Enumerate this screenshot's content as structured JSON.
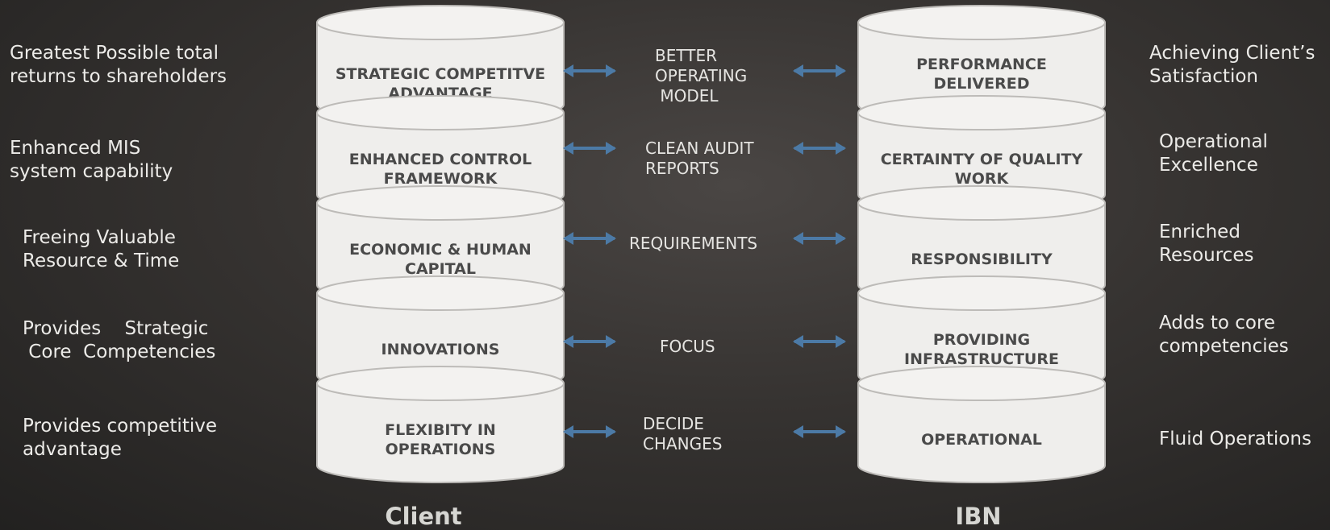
{
  "left_notes": [
    "Greatest Possible total\nreturns to shareholders",
    "Enhanced MIS\nsystem capability",
    "Freeing Valuable\nResource & Time",
    "Provides    Strategic\n Core  Competencies",
    "Provides competitive\nadvantage"
  ],
  "client_layers": [
    "STRATEGIC COMPETITVE\nADVANTAGE",
    "ENHANCED CONTROL\nFRAMEWORK",
    "ECONOMIC & HUMAN\nCAPITAL",
    "INNOVATIONS",
    "FLEXIBITY IN\nOPERATIONS"
  ],
  "middle_links": [
    "BETTER\nOPERATING\n MODEL",
    "CLEAN AUDIT\nREPORTS",
    "REQUIREMENTS",
    "FOCUS",
    "DECIDE\nCHANGES"
  ],
  "ibn_layers": [
    "PERFORMANCE\nDELIVERED",
    "CERTAINTY OF QUALITY\nWORK",
    "RESPONSIBILITY",
    "PROVIDING\nINFRASTRUCTURE",
    "OPERATIONAL"
  ],
  "right_notes": [
    "Achieving Client’s\nSatisfaction",
    "Operational\nExcellence",
    "Enriched\nResources",
    "Adds to core\ncompetencies",
    "Fluid Operations"
  ],
  "footer": {
    "client": "Client",
    "ibn": "IBN"
  },
  "colors": {
    "disk_fill": "#efeeec",
    "disk_edge": "#bdbbb8",
    "arrow": "#4c7aa6",
    "label": "#4a4a4a"
  }
}
